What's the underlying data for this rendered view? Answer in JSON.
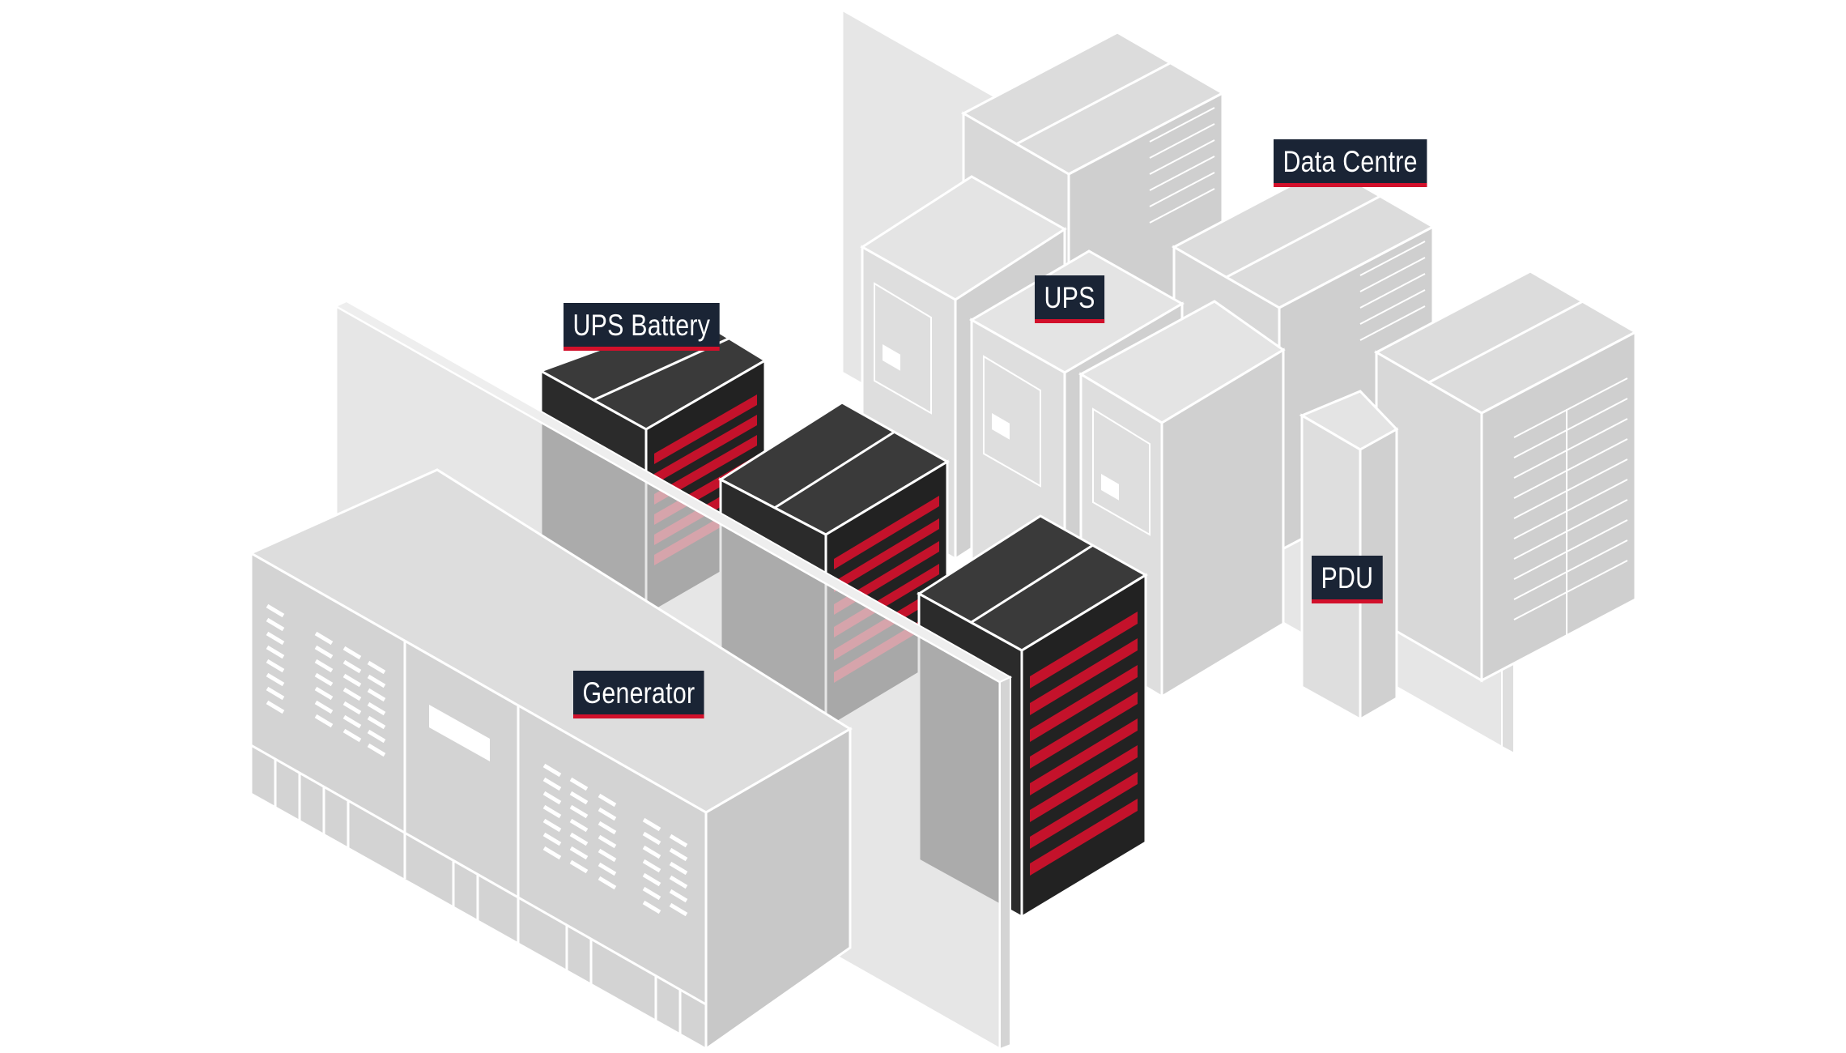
{
  "labels": {
    "data_centre": "Data Centre",
    "ups": "UPS",
    "ups_battery": "UPS Battery",
    "pdu": "PDU",
    "generator": "Generator"
  },
  "colors": {
    "label_bg": "#1a2435",
    "label_accent": "#d2102b",
    "label_text": "#ffffff",
    "ghost_fill": "#e2e2e2",
    "ghost_stroke": "#ffffff",
    "battery_dark": "#2e2e2e",
    "battery_cell": "#c4122b"
  },
  "icons": {
    "generator": "generator-unit",
    "battery": "battery-cabinet",
    "ups": "ups-cabinet",
    "pdu": "pdu-tower",
    "server": "server-rack"
  }
}
